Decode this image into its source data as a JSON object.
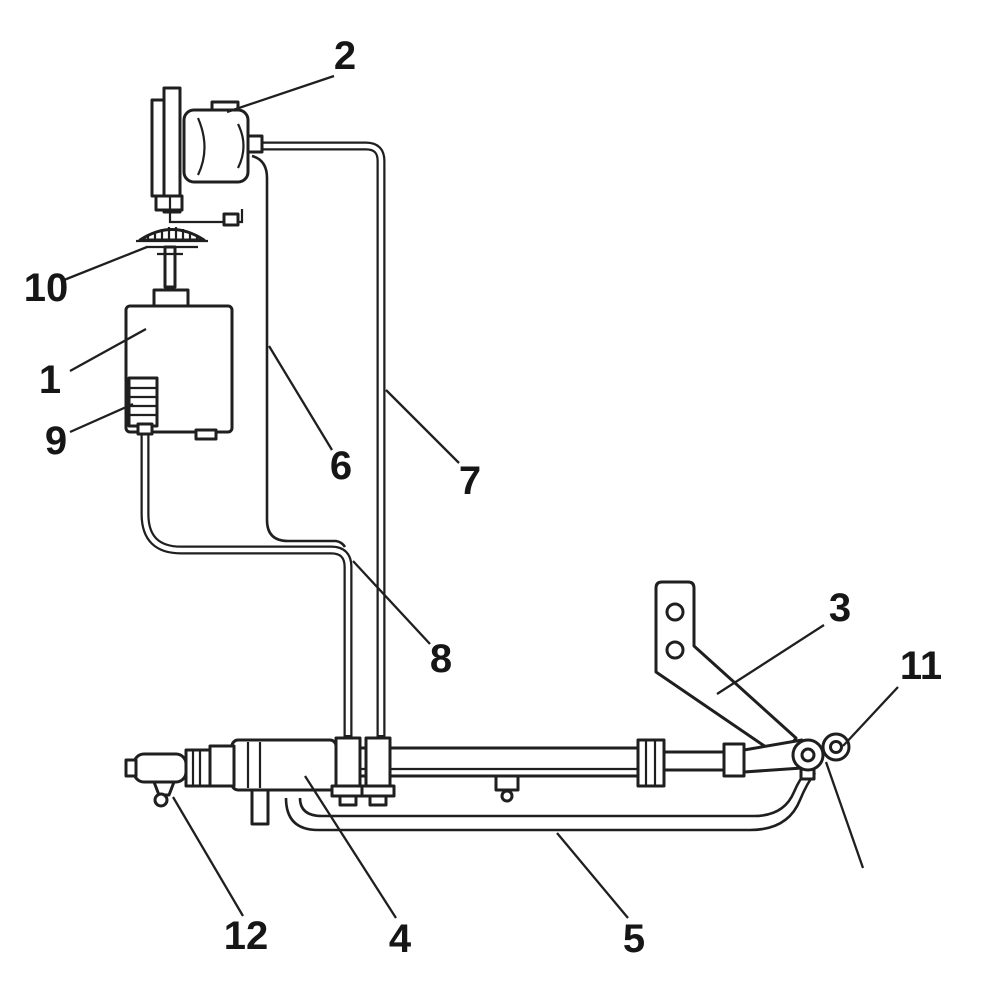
{
  "colors": {
    "background": "#ffffff",
    "line": "#1f1f1f"
  },
  "callouts": [
    {
      "label": "1"
    },
    {
      "label": "2"
    },
    {
      "label": "3"
    },
    {
      "label": "4"
    },
    {
      "label": "5"
    },
    {
      "label": "6"
    },
    {
      "label": "7"
    },
    {
      "label": "8"
    },
    {
      "label": "9"
    },
    {
      "label": "10"
    },
    {
      "label": "11"
    },
    {
      "label": "12"
    }
  ]
}
